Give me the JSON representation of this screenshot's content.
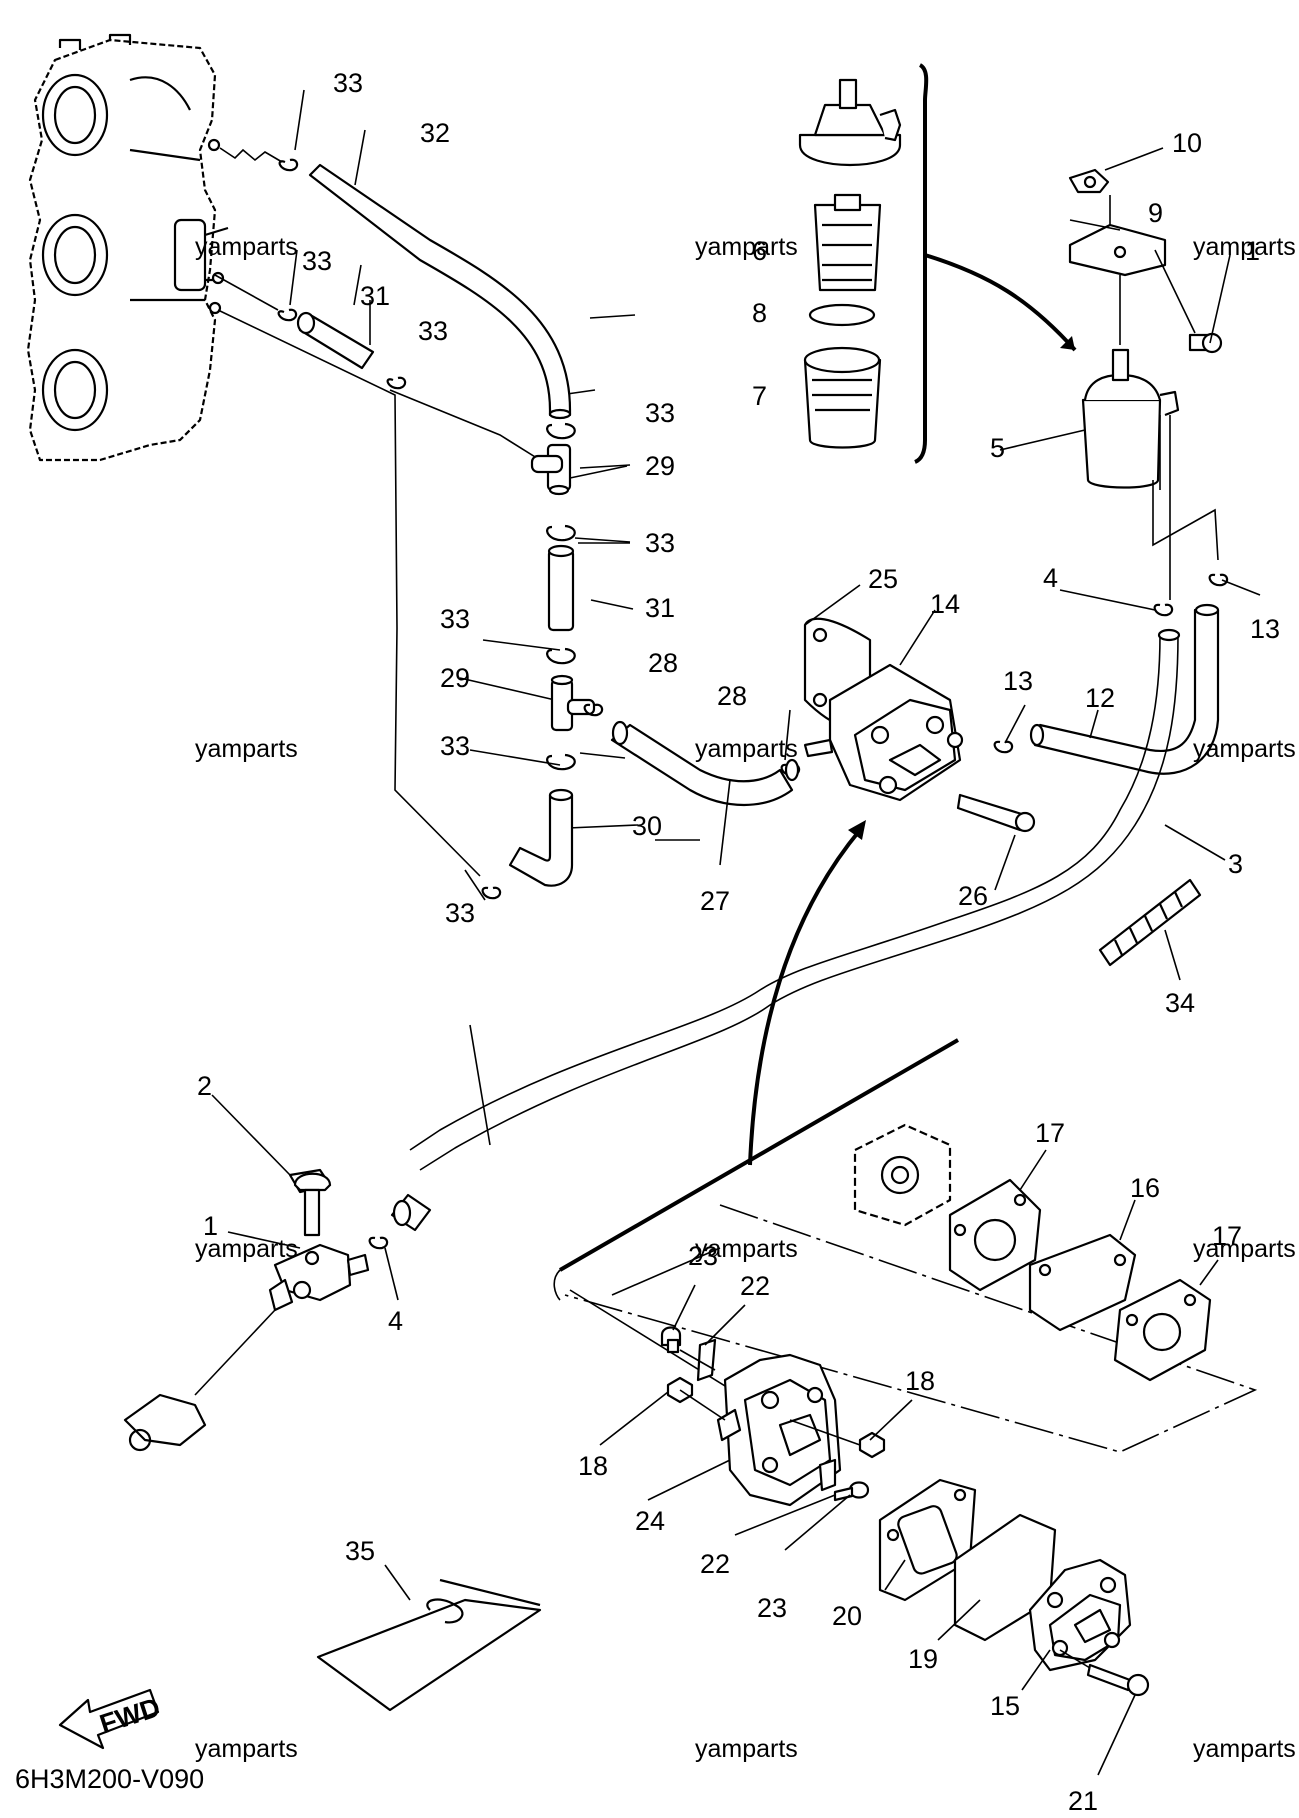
{
  "diagram": {
    "code": "6H3M200-V090",
    "fwd_label": "FWD",
    "watermark": "yamparts",
    "labels": {
      "n1a": "1",
      "n1b": "1",
      "n2": "2",
      "n3": "3",
      "n4a": "4",
      "n4b": "4",
      "n5": "5",
      "n6": "6",
      "n7": "7",
      "n8": "8",
      "n9": "9",
      "n10": "10",
      "n12": "12",
      "n13a": "13",
      "n13b": "13",
      "n14": "14",
      "n15": "15",
      "n16": "16",
      "n17a": "17",
      "n17b": "17",
      "n18a": "18",
      "n18b": "18",
      "n19": "19",
      "n20": "20",
      "n21": "21",
      "n22a": "22",
      "n22b": "22",
      "n23a": "23",
      "n23b": "23",
      "n24": "24",
      "n25": "25",
      "n26": "26",
      "n27": "27",
      "n28a": "28",
      "n28b": "28",
      "n29a": "29",
      "n29b": "29",
      "n30": "30",
      "n31a": "31",
      "n31b": "31",
      "n32": "32",
      "n33a": "33",
      "n33b": "33",
      "n33c": "33",
      "n33d": "33",
      "n33e": "33",
      "n33f": "33",
      "n33g": "33",
      "n33h": "33",
      "n34": "34",
      "n35": "35"
    }
  }
}
